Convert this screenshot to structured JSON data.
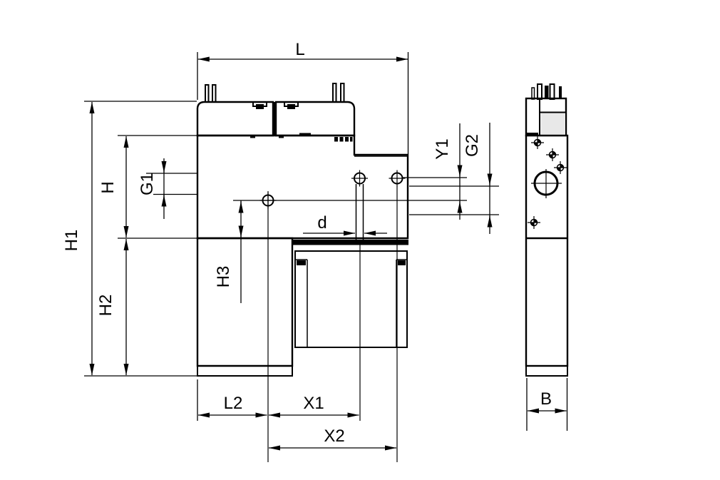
{
  "drawing": {
    "background": "#ffffff",
    "line_color": "#000000",
    "body_fill": "#e8e8e8",
    "dimension_labels": {
      "L": "L",
      "H1": "H1",
      "H": "H",
      "H2": "H2",
      "H3": "H3",
      "G1": "G1",
      "G2": "G2",
      "Y1": "Y1",
      "d": "d",
      "L2": "L2",
      "X1": "X1",
      "X2": "X2",
      "B": "B"
    }
  }
}
